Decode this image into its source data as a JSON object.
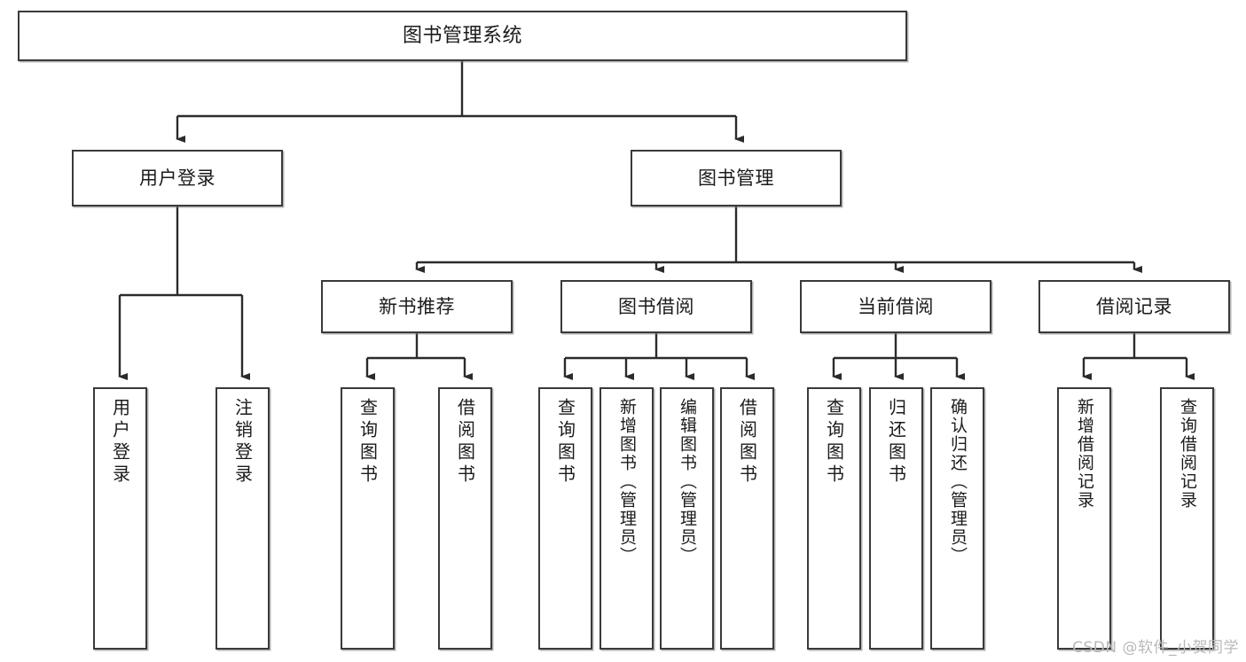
{
  "diagram": {
    "title": "图书管理系统",
    "type": "tree",
    "watermark": "CSDN @软件_小贺同学",
    "colors": {
      "box_border": "#3a3a3a",
      "box_fill": "#ffffff",
      "connector": "#2b2b2b",
      "text": "#1b1b1b",
      "watermark": "#b9b9b9",
      "background": "#ffffff"
    },
    "root": {
      "label": "图书管理系统"
    },
    "level2": [
      {
        "label": "用户登录"
      },
      {
        "label": "图书管理"
      }
    ],
    "level3": [
      {
        "label": "新书推荐"
      },
      {
        "label": "图书借阅"
      },
      {
        "label": "当前借阅"
      },
      {
        "label": "借阅记录"
      }
    ],
    "leaves": {
      "user_login": [
        {
          "label": "用户登录"
        },
        {
          "label": "注销登录"
        }
      ],
      "new_book_recommend": [
        {
          "label": "查询图书"
        },
        {
          "label": "借阅图书"
        }
      ],
      "book_borrow": [
        {
          "label": "查询图书"
        },
        {
          "label": "新增图书（管理员）"
        },
        {
          "label": "编辑图书（管理员）"
        },
        {
          "label": "借阅图书"
        }
      ],
      "current_borrow": [
        {
          "label": "查询图书"
        },
        {
          "label": "归还图书"
        },
        {
          "label": "确认归还（管理员）"
        }
      ],
      "borrow_record": [
        {
          "label": "新增借阅记录"
        },
        {
          "label": "查询借阅记录"
        }
      ]
    }
  }
}
